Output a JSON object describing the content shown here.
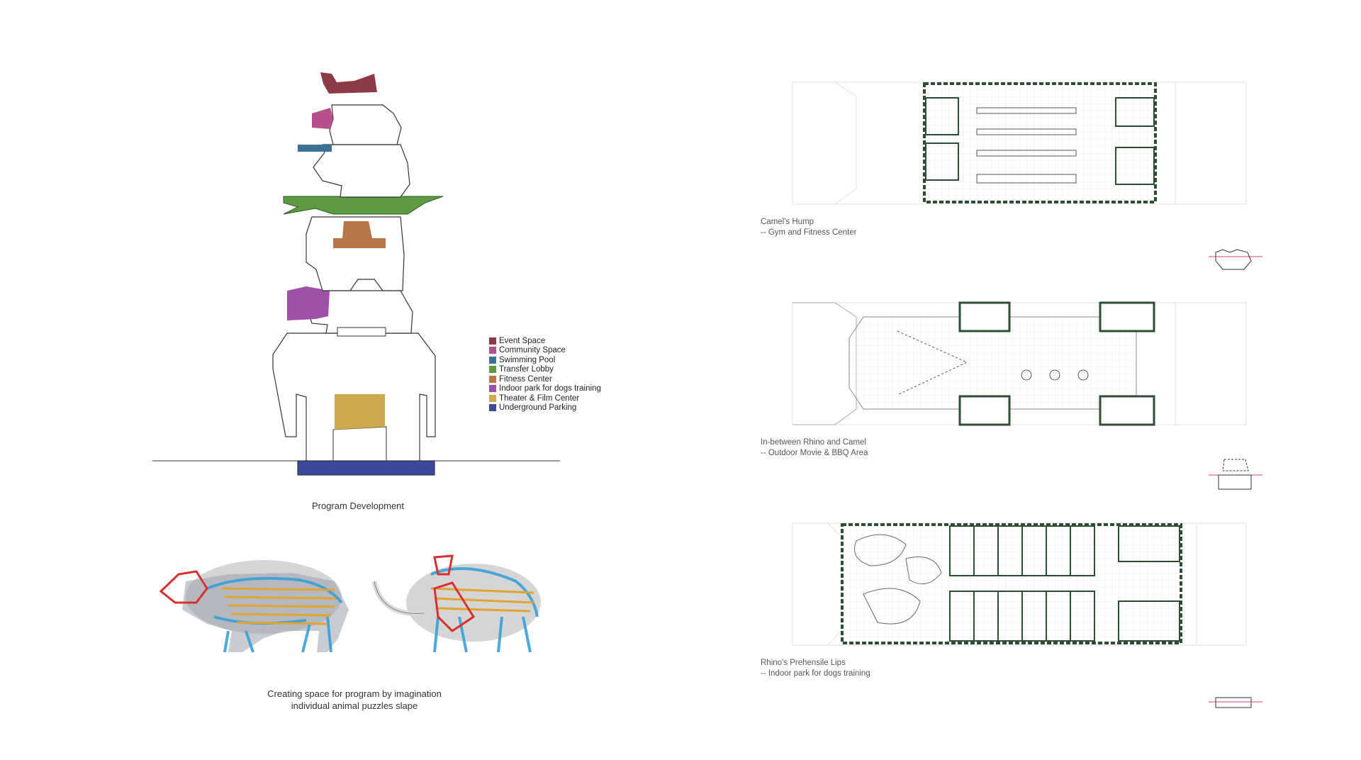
{
  "program": {
    "caption": "Program Development",
    "legend": [
      {
        "label": "Event Space",
        "color": "#8e3a46"
      },
      {
        "label": "Community Space",
        "color": "#b5508a"
      },
      {
        "label": "Swimming Pool",
        "color": "#3e6f95"
      },
      {
        "label": "Transfer Lobby",
        "color": "#5d9a44"
      },
      {
        "label": "Fitness Center",
        "color": "#b8754a"
      },
      {
        "label": "Indoor park for dogs training",
        "color": "#9e52a5"
      },
      {
        "label": "Theater & Film Center",
        "color": "#cfaa4c"
      },
      {
        "label": "Underground Parking",
        "color": "#3d4a9a"
      }
    ]
  },
  "animals": {
    "caption_line1": "Creating space for program by imagination",
    "caption_line2": "individual animal puzzles slape"
  },
  "plans": [
    {
      "title": "Camel's Hump",
      "subtitle": "-- Gym and Fitness Center"
    },
    {
      "title": "In-between Rhino and Camel",
      "subtitle": "-- Outdoor Movie & BBQ Area"
    },
    {
      "title": "Rhino's Prehensile Lips",
      "subtitle": "-- Indoor park for dogs training"
    }
  ]
}
